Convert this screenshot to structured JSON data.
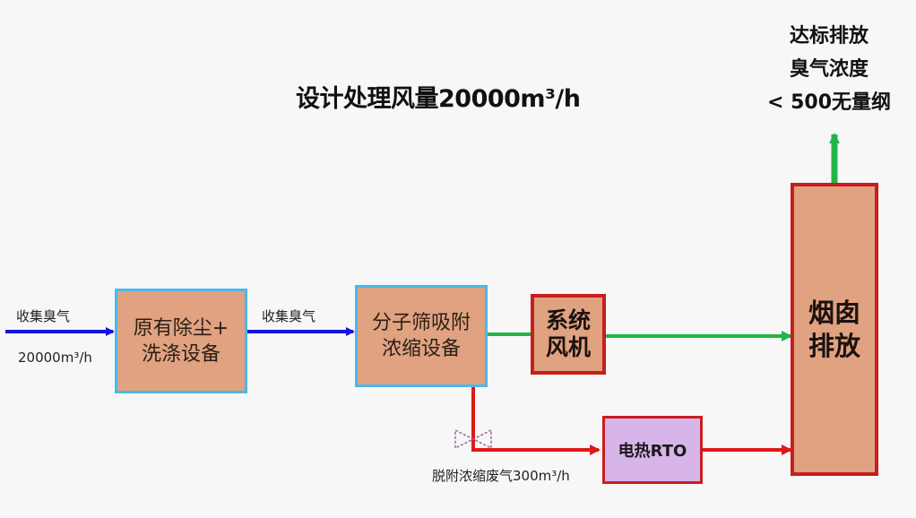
{
  "title": "设计处理风量20000m³/h",
  "inlet": {
    "label": "收集臭气",
    "flow": "20000m³/h"
  },
  "box1": {
    "label": "原有除尘+\n洗涤设备"
  },
  "mid_label": "收集臭气",
  "box2": {
    "label": "分子筛吸附\n浓缩设备"
  },
  "fan": {
    "label": "系统\n风机"
  },
  "rto": {
    "label": "电热RTO"
  },
  "desorb_label": "脱附浓缩废气300m³/h",
  "chimney": {
    "label": "烟囱\n排放"
  },
  "emission": {
    "line1": "达标排放",
    "line2": "臭气浓度",
    "line3": "< 500无量纲"
  },
  "colors": {
    "blue": "#1414e0",
    "green": "#22b548",
    "red": "#e01818"
  }
}
